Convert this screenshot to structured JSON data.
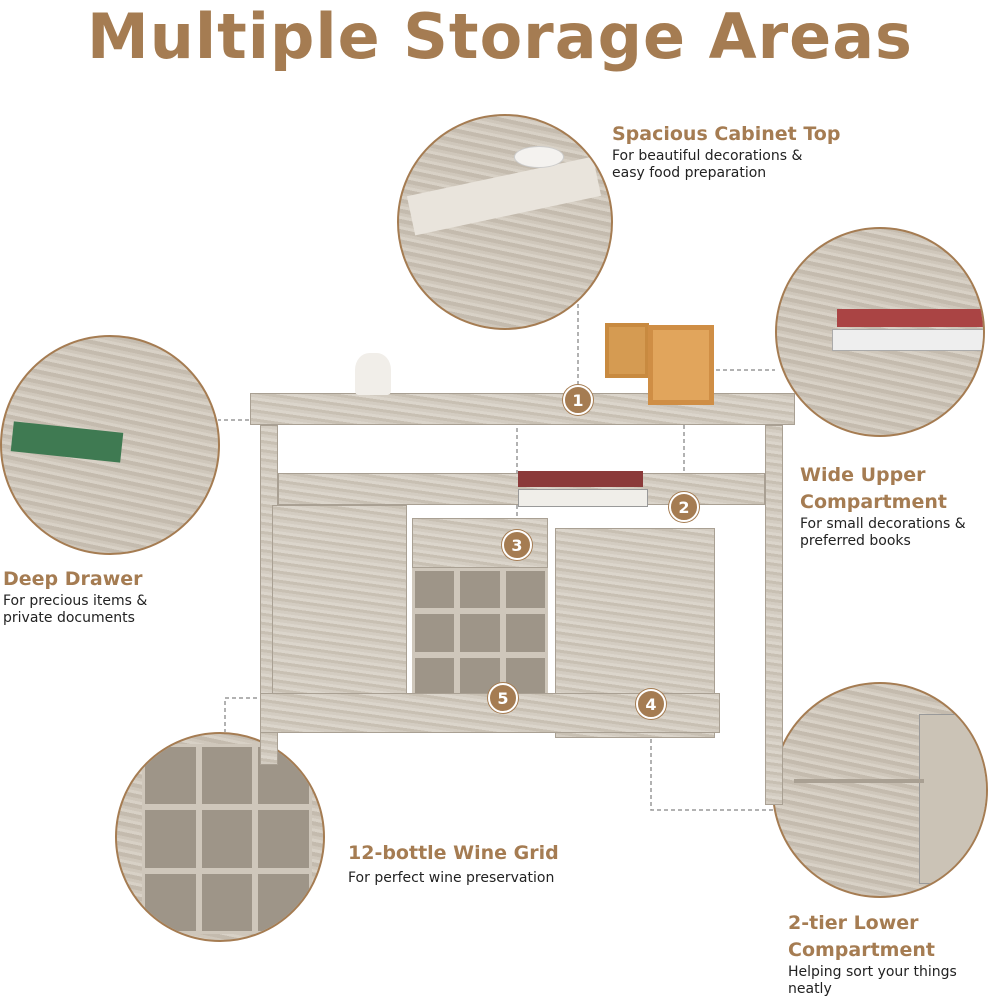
{
  "title": "Multiple Storage Areas",
  "brand_color": "#a57c52",
  "features": [
    {
      "number": "1",
      "heading": "Spacious Cabinet Top",
      "description": "For beautiful decorations & easy food preparation"
    },
    {
      "number": "2",
      "heading_line1": "Wide Upper",
      "heading_line2": "Compartment",
      "description": "For small decorations & preferred books"
    },
    {
      "number": "3",
      "heading": "Deep Drawer",
      "description": "For precious items & private documents"
    },
    {
      "number": "4",
      "heading_line1": "2-tier Lower",
      "heading_line2": "Compartment",
      "description": "Helping sort your things neatly"
    },
    {
      "number": "5",
      "heading": "12-bottle Wine Grid",
      "description": "For perfect wine preservation"
    }
  ]
}
